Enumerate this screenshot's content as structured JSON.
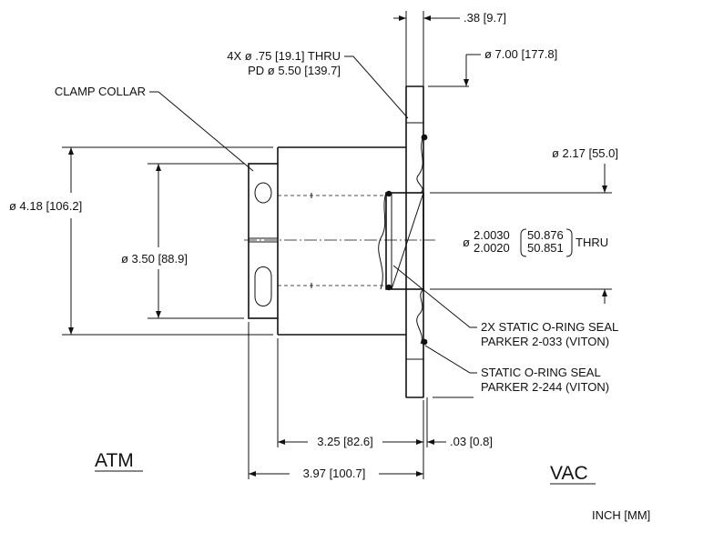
{
  "labels": {
    "top_thickness": ".38 [9.7]",
    "bolt_holes_line1": "4X ø .75 [19.1] THRU",
    "bolt_holes_line2": "PD ø 5.50 [139.7]",
    "flange_od": "ø 7.00 [177.8]",
    "clamp_collar": "CLAMP COLLAR",
    "counterbore": "ø 2.17 [55.0]",
    "collar_od": "ø 4.18 [106.2]",
    "collar_id": "ø 3.50 [88.9]",
    "bore_prefix": "ø",
    "bore_in_upper": "2.0030",
    "bore_in_lower": "2.0020",
    "bore_mm_upper": "50.876",
    "bore_mm_lower": "50.851",
    "bore_suffix": "THRU",
    "seal1_line1": "2X STATIC O-RING SEAL",
    "seal1_line2": "PARKER 2-033 (VITON)",
    "seal2_line1": "STATIC O-RING SEAL",
    "seal2_line2": "PARKER 2-244 (VITON)",
    "len_short": "3.25 [82.6]",
    "len_step": ".03 [0.8]",
    "len_total": "3.97 [100.7]",
    "atm": "ATM",
    "vac": "VAC",
    "units": "INCH [MM]"
  }
}
